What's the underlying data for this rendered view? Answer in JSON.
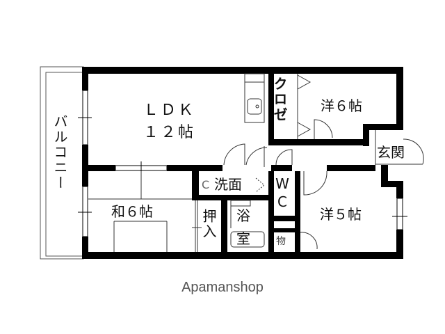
{
  "floor_plan": {
    "rooms": {
      "ldk": {
        "line1": "ＬＤＫ",
        "line2": "１２帖"
      },
      "western6": {
        "label": "洋６帖"
      },
      "western5": {
        "label": "洋５帖"
      },
      "japanese6": {
        "label": "和６帖"
      },
      "closet": {
        "label": "クロゼ"
      },
      "balcony": {
        "label": "バルコニー"
      },
      "entrance": {
        "label": "玄関"
      },
      "washroom": {
        "label": "洗面"
      },
      "washroom_prefix": {
        "label": "C"
      },
      "toilet": {
        "label": "WC"
      },
      "bath": {
        "line1": "浴",
        "line2": "室"
      },
      "oshiire": {
        "label": "押入"
      },
      "storage": {
        "label": "物"
      }
    },
    "colors": {
      "wall": "#000000",
      "line": "#333333",
      "background": "#ffffff"
    }
  },
  "footer": {
    "brand": "Apamanshop"
  }
}
